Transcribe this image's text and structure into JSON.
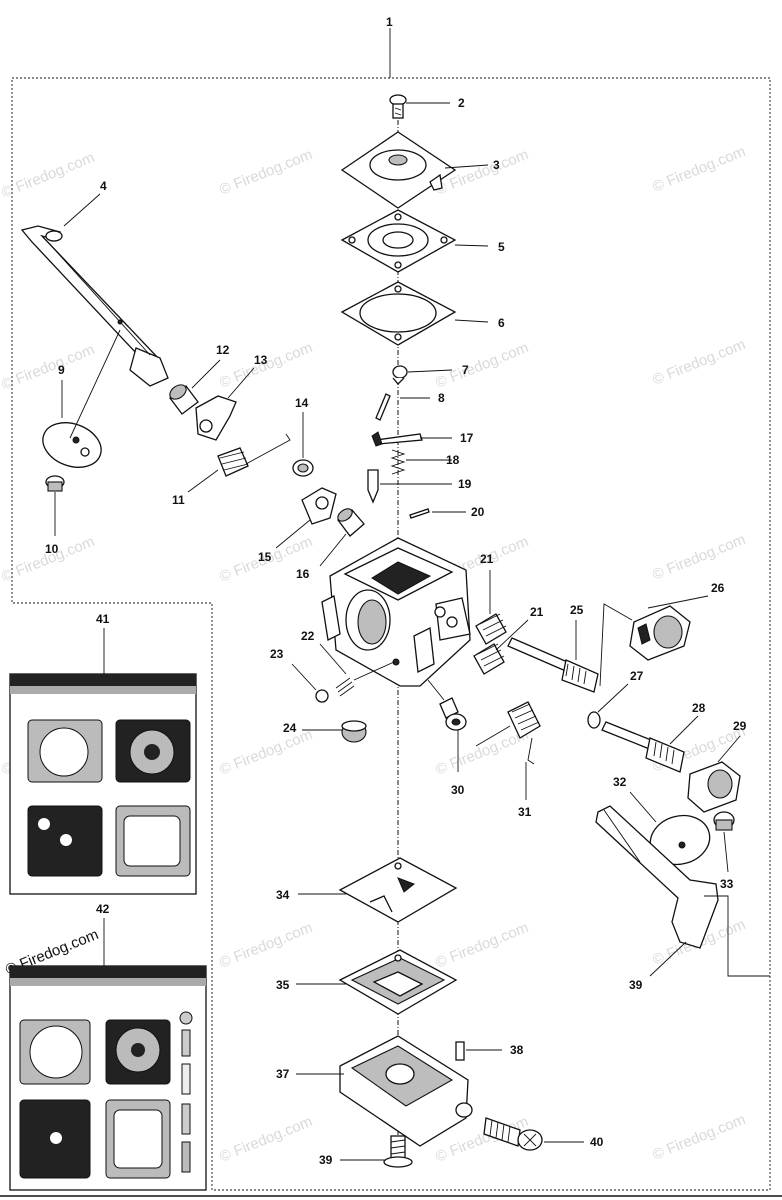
{
  "diagram": {
    "callouts": [
      {
        "id": "c1",
        "text": "1"
      },
      {
        "id": "c2",
        "text": "2"
      },
      {
        "id": "c3",
        "text": "3"
      },
      {
        "id": "c4",
        "text": "4"
      },
      {
        "id": "c5",
        "text": "5"
      },
      {
        "id": "c6",
        "text": "6"
      },
      {
        "id": "c7",
        "text": "7"
      },
      {
        "id": "c8",
        "text": "8"
      },
      {
        "id": "c9",
        "text": "9"
      },
      {
        "id": "c10",
        "text": "10"
      },
      {
        "id": "c11",
        "text": "11"
      },
      {
        "id": "c12",
        "text": "12"
      },
      {
        "id": "c13",
        "text": "13"
      },
      {
        "id": "c14",
        "text": "14"
      },
      {
        "id": "c15",
        "text": "15"
      },
      {
        "id": "c16",
        "text": "16"
      },
      {
        "id": "c17",
        "text": "17"
      },
      {
        "id": "c18",
        "text": "18"
      },
      {
        "id": "c19",
        "text": "19"
      },
      {
        "id": "c20",
        "text": "20"
      },
      {
        "id": "c21a",
        "text": "21"
      },
      {
        "id": "c21b",
        "text": "21"
      },
      {
        "id": "c22",
        "text": "22"
      },
      {
        "id": "c23",
        "text": "23"
      },
      {
        "id": "c24",
        "text": "24"
      },
      {
        "id": "c25",
        "text": "25"
      },
      {
        "id": "c26",
        "text": "26"
      },
      {
        "id": "c27",
        "text": "27"
      },
      {
        "id": "c28",
        "text": "28"
      },
      {
        "id": "c29",
        "text": "29"
      },
      {
        "id": "c30",
        "text": "30"
      },
      {
        "id": "c31",
        "text": "31"
      },
      {
        "id": "c32",
        "text": "32"
      },
      {
        "id": "c33",
        "text": "33"
      },
      {
        "id": "c34",
        "text": "34"
      },
      {
        "id": "c35",
        "text": "35"
      },
      {
        "id": "c37",
        "text": "37"
      },
      {
        "id": "c38",
        "text": "38"
      },
      {
        "id": "c39a",
        "text": "39"
      },
      {
        "id": "c39b",
        "text": "39"
      },
      {
        "id": "c40",
        "text": "40"
      },
      {
        "id": "c41",
        "text": "41"
      },
      {
        "id": "c42",
        "text": "42"
      }
    ],
    "watermark": "© Firedog.com"
  }
}
